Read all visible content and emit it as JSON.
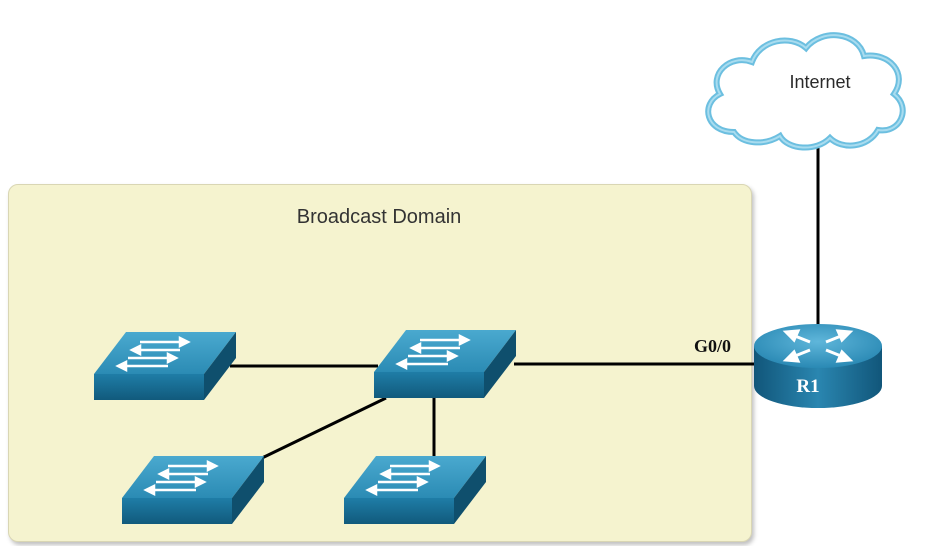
{
  "title": "Broadcast Domain",
  "cloud": {
    "label": "Internet",
    "icon": "cloud-icon"
  },
  "router": {
    "label": "R1",
    "port": "G0/0",
    "icon": "router-icon"
  },
  "switches": [
    {
      "id": "switch-left",
      "icon": "switch-icon"
    },
    {
      "id": "switch-center",
      "icon": "switch-icon"
    },
    {
      "id": "switch-bottom-left",
      "icon": "switch-icon"
    },
    {
      "id": "switch-bottom-right",
      "icon": "switch-icon"
    }
  ],
  "colors": {
    "domain_fill": "#f5f3cf",
    "device_blue": "#1f7fa6",
    "device_top": "#3a9cc4",
    "cloud_outline": "#5bb3d6",
    "link": "#000000"
  }
}
